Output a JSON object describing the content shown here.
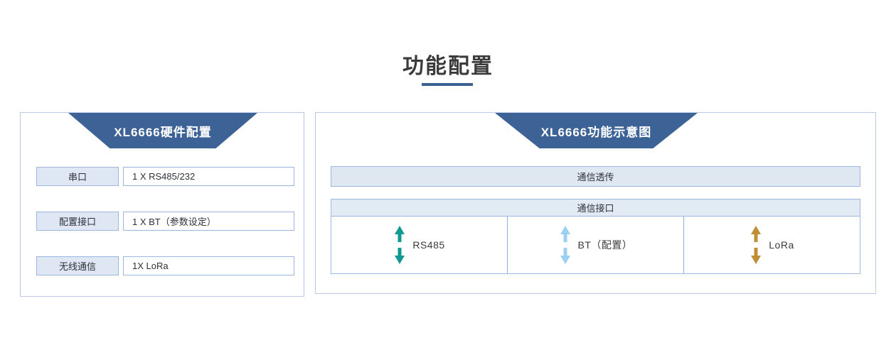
{
  "page": {
    "title": "功能配置",
    "accent_color": "#3a5f93",
    "header_blue": "#3d6296",
    "panel_border": "#b9cbe6",
    "cell_border": "#9db8dd",
    "label_fill": "#dfe7f4",
    "bar_fill": "#dfe7f0"
  },
  "left_panel": {
    "header": "XL6666硬件配置",
    "rows": [
      {
        "label": "串口",
        "value": "1 X RS485/232"
      },
      {
        "label": "配置接口",
        "value": "1 X BT（参数设定）"
      },
      {
        "label": "无线通信",
        "value": "1X LoRa"
      }
    ]
  },
  "right_panel": {
    "header": "XL6666功能示意图",
    "transparent_bar": "通信透传",
    "interface_bar": "通信接口",
    "interfaces": [
      {
        "label": "RS485",
        "icon": "double-arrow-vertical-icon",
        "color": "#109a92"
      },
      {
        "label": "BT（配置）",
        "icon": "double-arrow-vertical-icon",
        "color": "#9ad0f0"
      },
      {
        "label": "LoRa",
        "icon": "double-arrow-vertical-icon",
        "color": "#c08f35"
      }
    ]
  }
}
